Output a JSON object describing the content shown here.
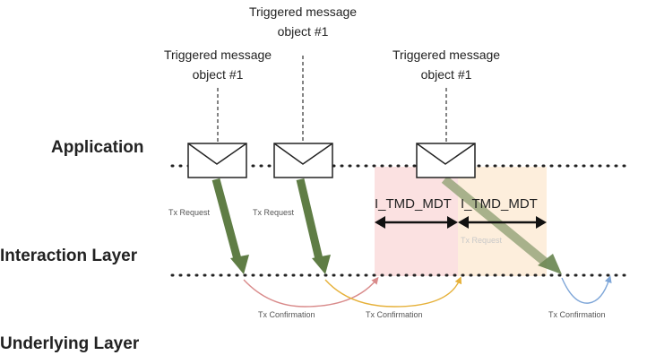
{
  "layers": {
    "application": "Application",
    "interaction": "Interaction Layer",
    "underlying": "Underlying Layer"
  },
  "messages": [
    {
      "label_line1": "Triggered message",
      "label_line2": "object #1"
    },
    {
      "label_line1": "Triggered message",
      "label_line2": "object #1"
    },
    {
      "label_line1": "Triggered message",
      "label_line2": "object #1"
    }
  ],
  "tx_request_label": "Tx Request",
  "tx_confirmation_label": "Tx Confirmation",
  "tmd_label": "I_TMD_MDT",
  "colors": {
    "tx_request_arrow": "#5f7d45",
    "tx_request_arrow_faded": "#9aa77e",
    "confirmation_red": "#d98b8b",
    "confirmation_orange": "#e6b13a",
    "confirmation_blue": "#7ea6d8",
    "tmd_region_pink": "#fbe1e1",
    "tmd_region_peach": "#fdeedc"
  }
}
